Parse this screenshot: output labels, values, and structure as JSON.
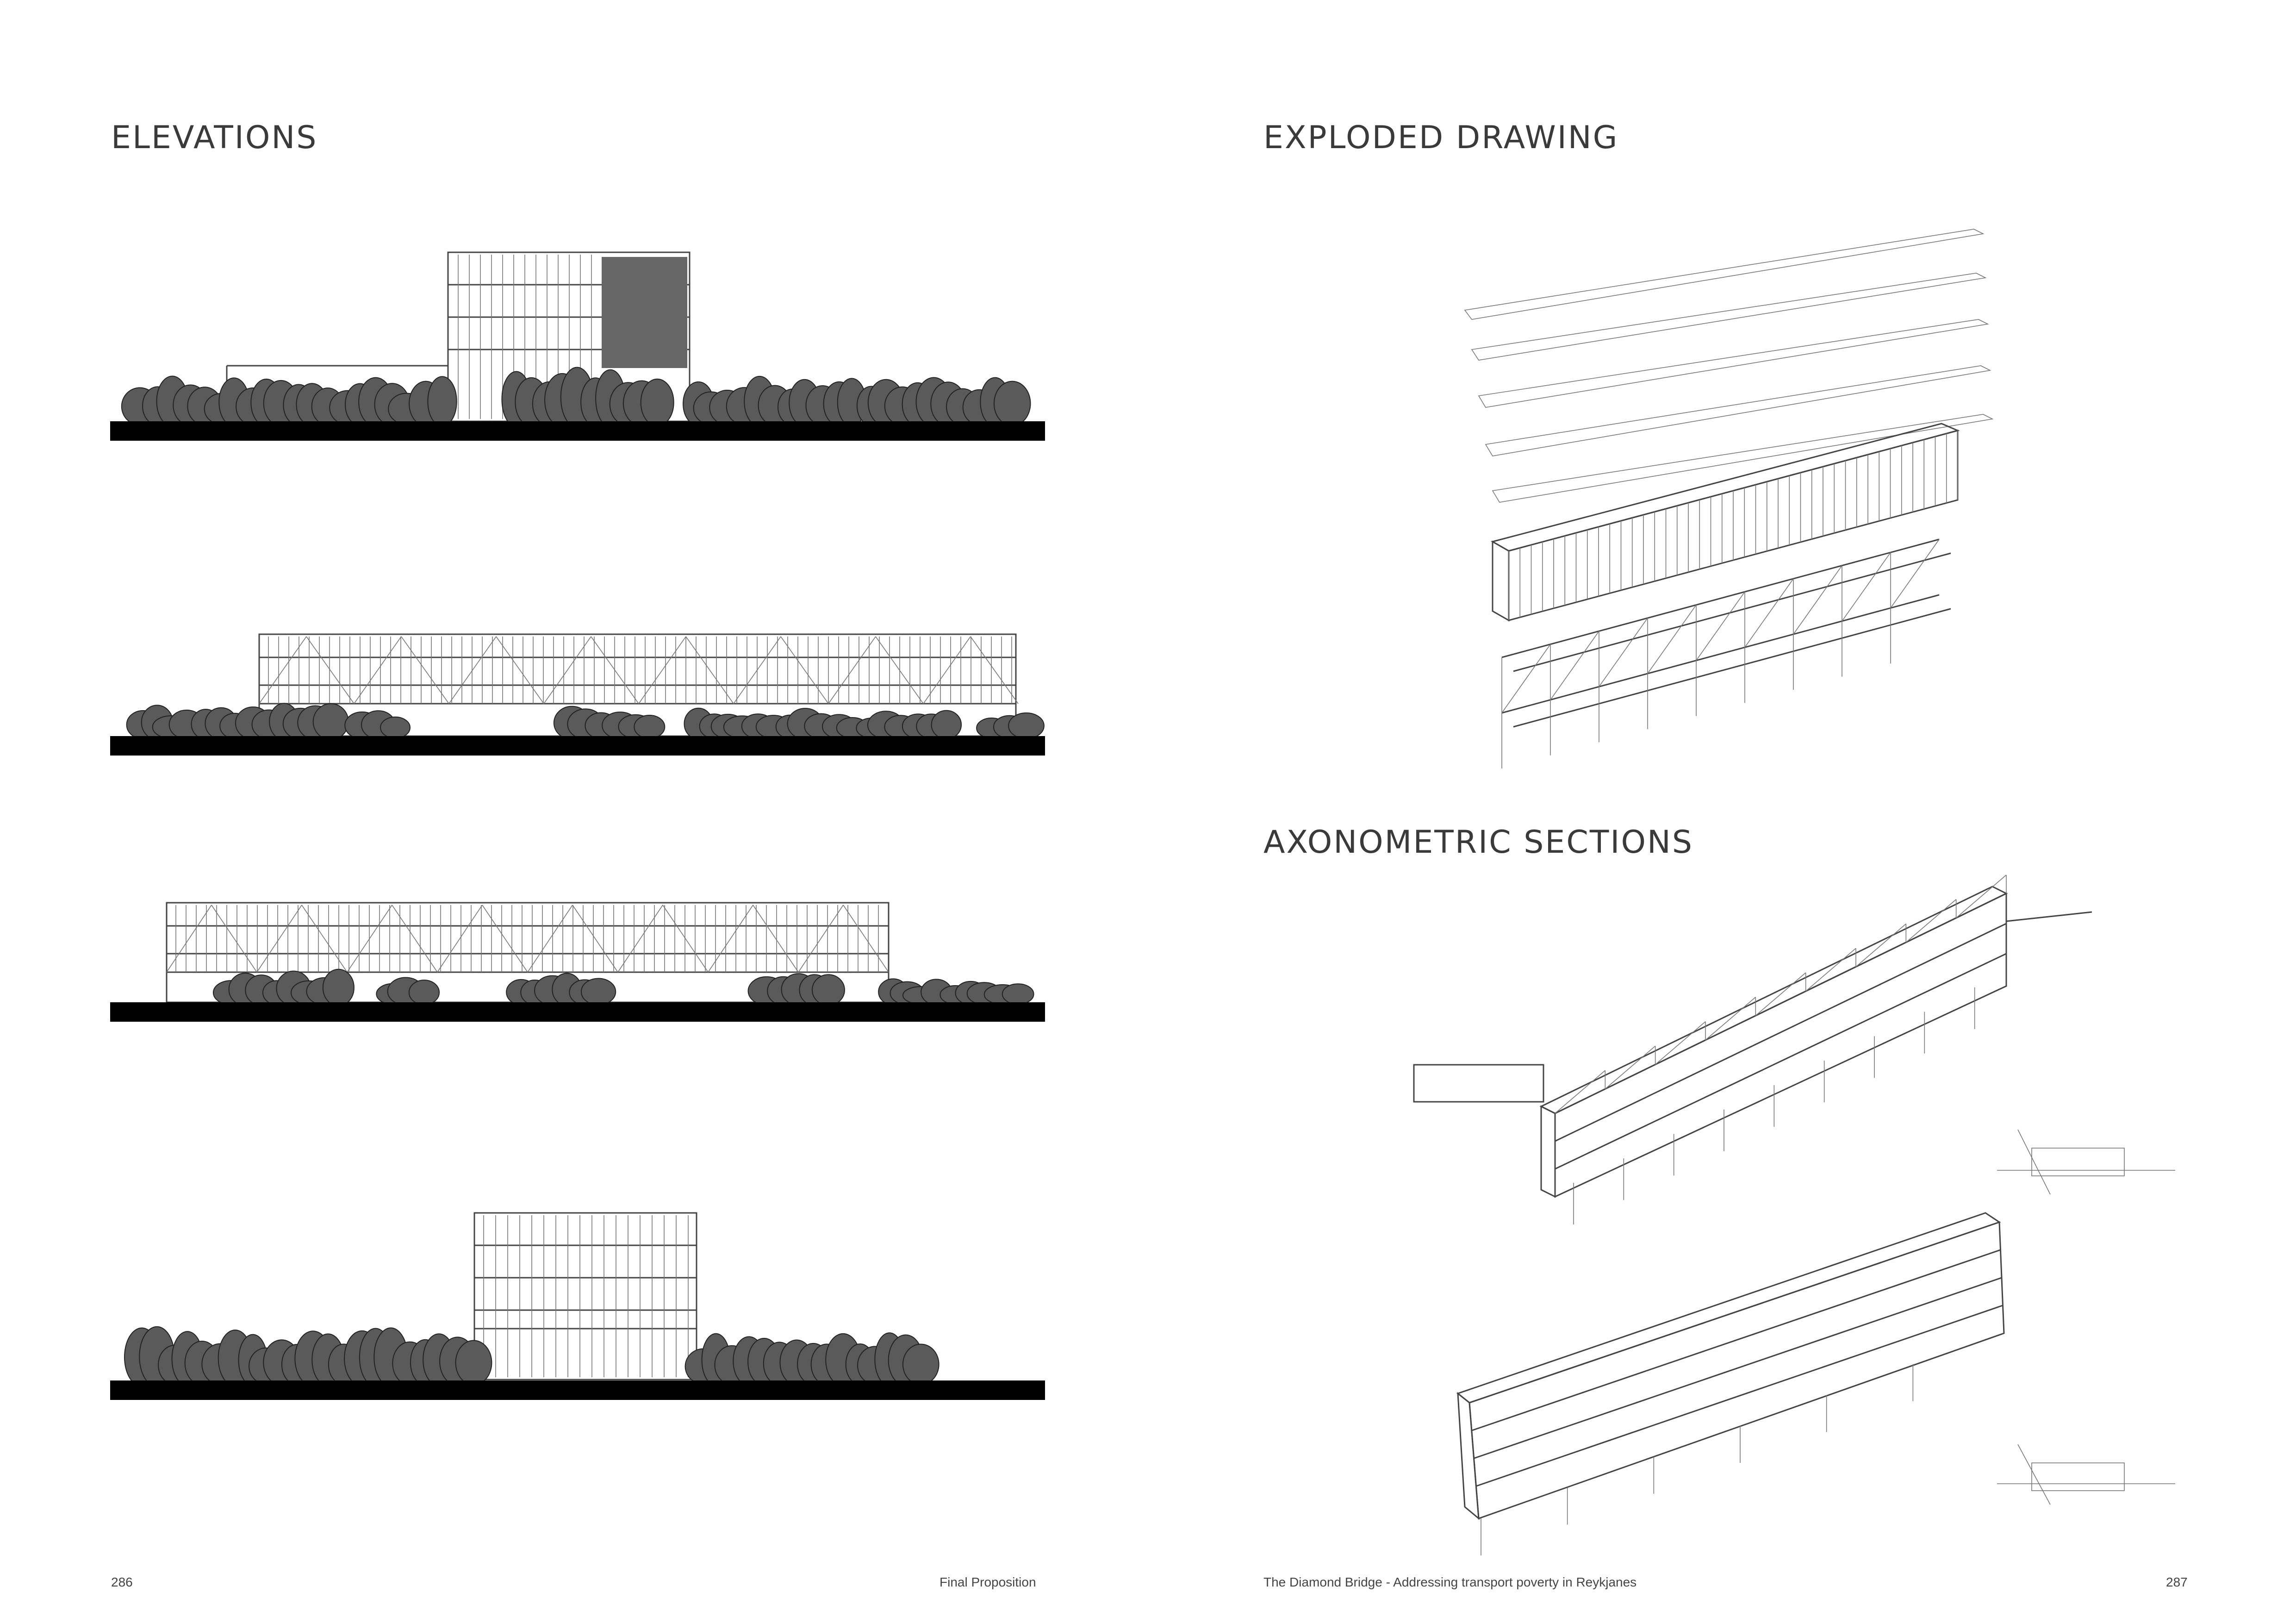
{
  "page": {
    "left_page_number": "286",
    "left_footer_text": "Final Proposition",
    "right_footer_text": "The Diamond Bridge - Addressing transport poverty in Reykjanes",
    "right_page_number": "287"
  },
  "sections": {
    "elevations": {
      "title": "ELEVATIONS"
    },
    "exploded": {
      "title": "EXPLODED DRAWING"
    },
    "axonometric": {
      "title": "AXONOMETRIC SECTIONS"
    }
  },
  "colors": {
    "ground": "#000000",
    "line": "#444444",
    "foliage": "#555555",
    "background": "#ffffff"
  }
}
